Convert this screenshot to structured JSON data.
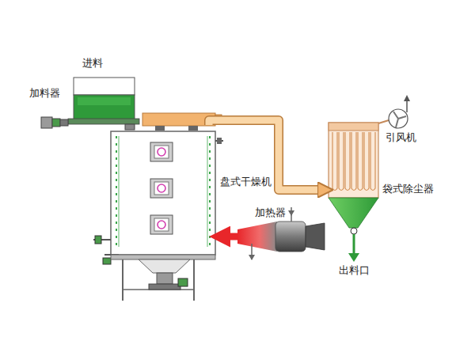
{
  "diagram": {
    "nodes": [
      {
        "text": [
          "加料器"
        ]
      },
      {
        "text": [
          "盘式干燥机"
        ]
      },
      {
        "text": [
          "加热器"
        ]
      },
      {
        "text": [
          "袋式除尘器"
        ]
      },
      {
        "text": [
          "引风机"
        ]
      }
    ],
    "edges": [
      {
        "from": 2,
        "to": 1,
        "arrow": "to"
      },
      {
        "from": 1,
        "to": 3,
        "arrow": "to"
      }
    ],
    "labels": [
      "进料",
      "出料口"
    ]
  }
}
